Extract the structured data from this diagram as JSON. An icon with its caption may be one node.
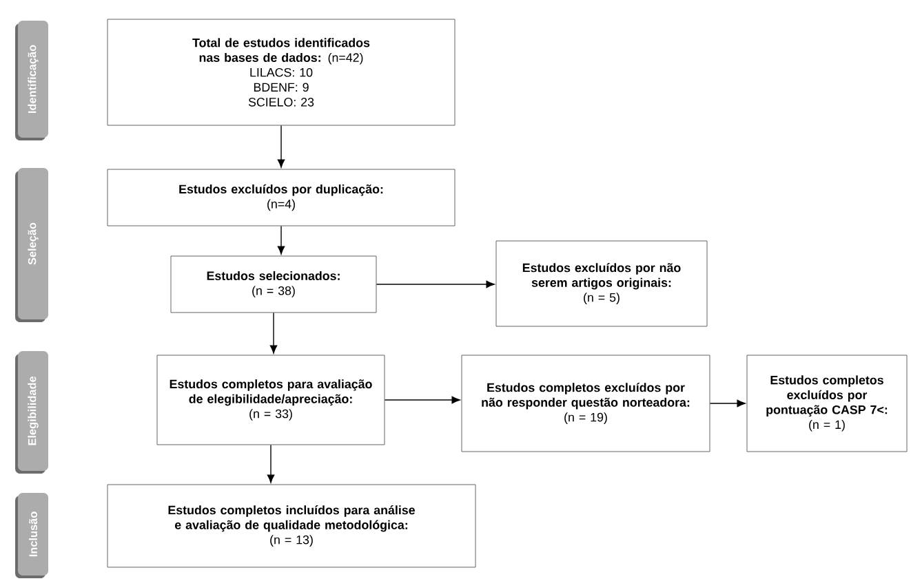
{
  "diagram": {
    "nodes": [
      {
        "text": [
          "Identificação"
        ]
      },
      {
        "text": [
          "Seleção"
        ]
      },
      {
        "text": [
          "Elegibilidade"
        ]
      },
      {
        "text": [
          "Inclusão"
        ]
      },
      {
        "text": [
          "**Total de estudos identificados nas bases de dados:** (n=42)",
          "LILACS: 10",
          "BDENF: 9",
          "SCIELO: 23"
        ]
      },
      {
        "text": [
          "Estudos excluídos por duplicação:",
          "(n=4)"
        ]
      },
      {
        "text": [
          "Estudos selecionados:",
          "(n = 38)"
        ]
      },
      {
        "text": [
          "Estudos excluídos por não serem artigos originais:",
          "(n = 5)"
        ]
      },
      {
        "text": [
          "Estudos completos para avaliação de elegibilidade/apreciação:",
          "(n = 33)"
        ]
      },
      {
        "text": [
          "Estudos completos excluídos por não responder questão norteadora:",
          "(n = 19)"
        ]
      },
      {
        "text": [
          "Estudos completos excluídos por pontuação CASP 7<:",
          "(n = 1)"
        ]
      },
      {
        "text": [
          "Estudos completos incluídos para análise e avaliação de qualidade metodológica:",
          "(n = 13)"
        ]
      }
    ],
    "edges": [
      {
        "from": 4,
        "to": 5,
        "arrow": "to"
      },
      {
        "from": 5,
        "to": 6,
        "arrow": "to"
      },
      {
        "from": 6,
        "to": 7,
        "arrow": "to"
      },
      {
        "from": 6,
        "to": 8,
        "arrow": "to"
      },
      {
        "from": 8,
        "to": 9,
        "arrow": "to"
      },
      {
        "from": 9,
        "to": 10,
        "arrow": "to"
      },
      {
        "from": 8,
        "to": 11,
        "arrow": "to"
      }
    ]
  }
}
